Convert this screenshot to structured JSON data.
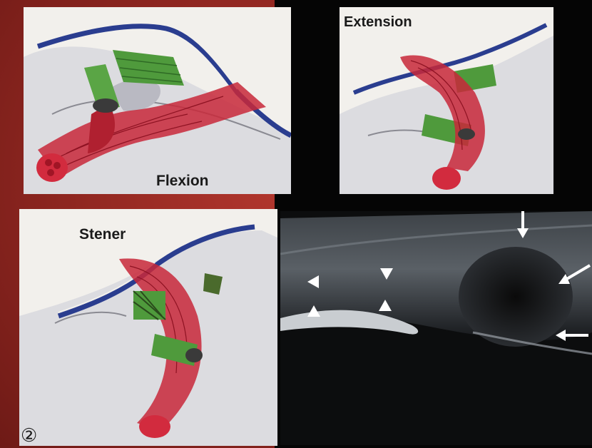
{
  "labels": {
    "flexion": "Flexion",
    "extension": "Extension",
    "stener": "Stener",
    "figure_number": "②"
  },
  "colors": {
    "background_red": "#9c2b23",
    "tendon_red": "#c8283a",
    "ligament_green": "#4f9a3c",
    "vessel_blue": "#2a3d8f",
    "bone_gray": "#c9c9cf"
  },
  "icons": {
    "arrowhead_markers": "white-triangle-icon",
    "arrows": "white-arrow-icon"
  }
}
